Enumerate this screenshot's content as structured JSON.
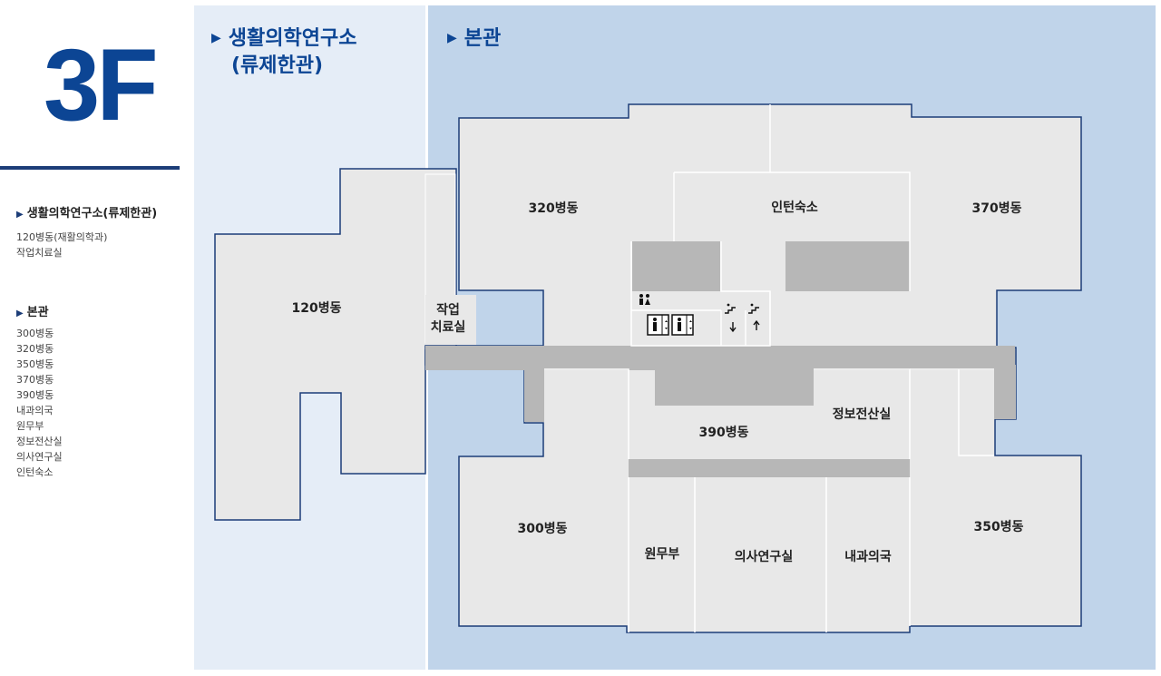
{
  "floor_label": "3F",
  "sidebar": {
    "sections": [
      {
        "title": "생활의학연구소(류제한관)",
        "items": [
          "120병동(재활의학과)",
          "작업치료실"
        ]
      },
      {
        "title": "본관",
        "items": [
          "300병동",
          "320병동",
          "350병동",
          "370병동",
          "390병동",
          "내과의국",
          "원무부",
          "정보전산실",
          "의사연구실",
          "인턴숙소"
        ]
      }
    ]
  },
  "zones": [
    {
      "title_line1": "생활의학연구소",
      "title_line2": "(류제한관)"
    },
    {
      "title_line1": "본관"
    }
  ],
  "rooms": {
    "ward_120": "120병동",
    "occupational_line1": "작업",
    "occupational_line2": "치료실",
    "ward_320": "320병동",
    "intern_quarters": "인턴숙소",
    "ward_370": "370병동",
    "ward_390": "390병동",
    "it_office": "정보전산실",
    "ward_300": "300병동",
    "admin_office": "원무부",
    "doctors_lab": "의사연구실",
    "internal_med_office": "내과의국",
    "ward_350": "350병동"
  },
  "icons": {
    "restroom": "restroom-icon",
    "elevator": "elevator-icon",
    "stairs_down": "stairs-down-icon",
    "stairs_up": "stairs-up-icon"
  },
  "colors": {
    "accent": "#0c4594",
    "outline": "#1c3d78",
    "room_fill": "#e8e8e8",
    "corridor": "#b7b7b7",
    "zone_a": "#e5edf7",
    "zone_b": "#c0d4ea"
  }
}
